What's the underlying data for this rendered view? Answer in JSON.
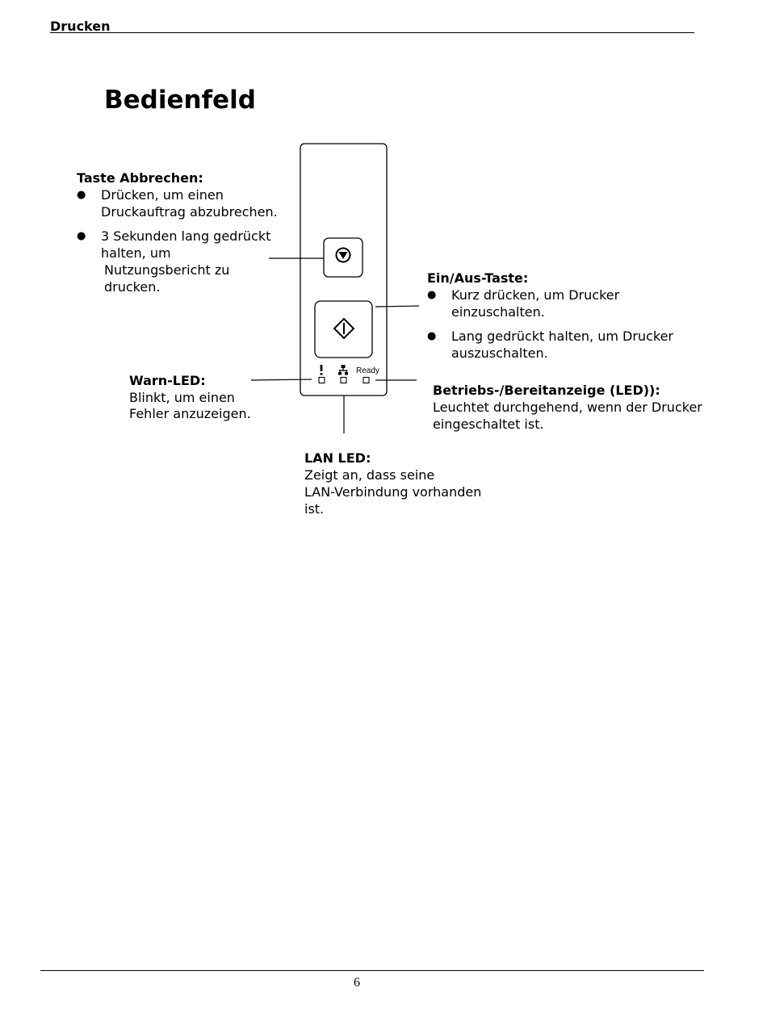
{
  "header": {
    "section": "Drucken"
  },
  "title": "Bedienfeld",
  "panel": {
    "ready_label": "Ready",
    "icons": {
      "cancel": "cancel-arrow-icon",
      "power": "power-diamond-icon",
      "warning": "exclamation-icon",
      "lan": "network-icon"
    }
  },
  "cancel_key": {
    "heading": "Taste Abbrechen:",
    "bullets": [
      {
        "lines": [
          "Drücken, um einen",
          "Druckauftrag abzubrechen."
        ]
      },
      {
        "lines": [
          "3 Sekunden lang gedrückt",
          "halten, um",
          "Nutzungsbericht zu",
          "drucken."
        ]
      }
    ]
  },
  "power_key": {
    "heading": "Ein/Aus-Taste:",
    "bullets": [
      {
        "lines": [
          "Kurz drücken, um Drucker",
          "einzuschalten."
        ]
      },
      {
        "lines": [
          "Lang gedrückt halten, um Drucker",
          "auszuschalten."
        ]
      }
    ]
  },
  "warn_led": {
    "heading": "Warn-LED:",
    "lines": [
      "Blinkt, um einen",
      "Fehler anzuzeigen."
    ]
  },
  "ready_led": {
    "heading": "Betriebs-/Bereitanzeige (LED)):",
    "lines": [
      "Leuchtet durchgehend, wenn der Drucker",
      "eingeschaltet ist."
    ]
  },
  "lan_led": {
    "heading": "LAN LED:",
    "lines": [
      "Zeigt an, dass seine",
      "LAN-Verbindung vorhanden",
      "ist."
    ]
  },
  "bullet_symbol": "●",
  "footer": {
    "page_number": "6"
  }
}
